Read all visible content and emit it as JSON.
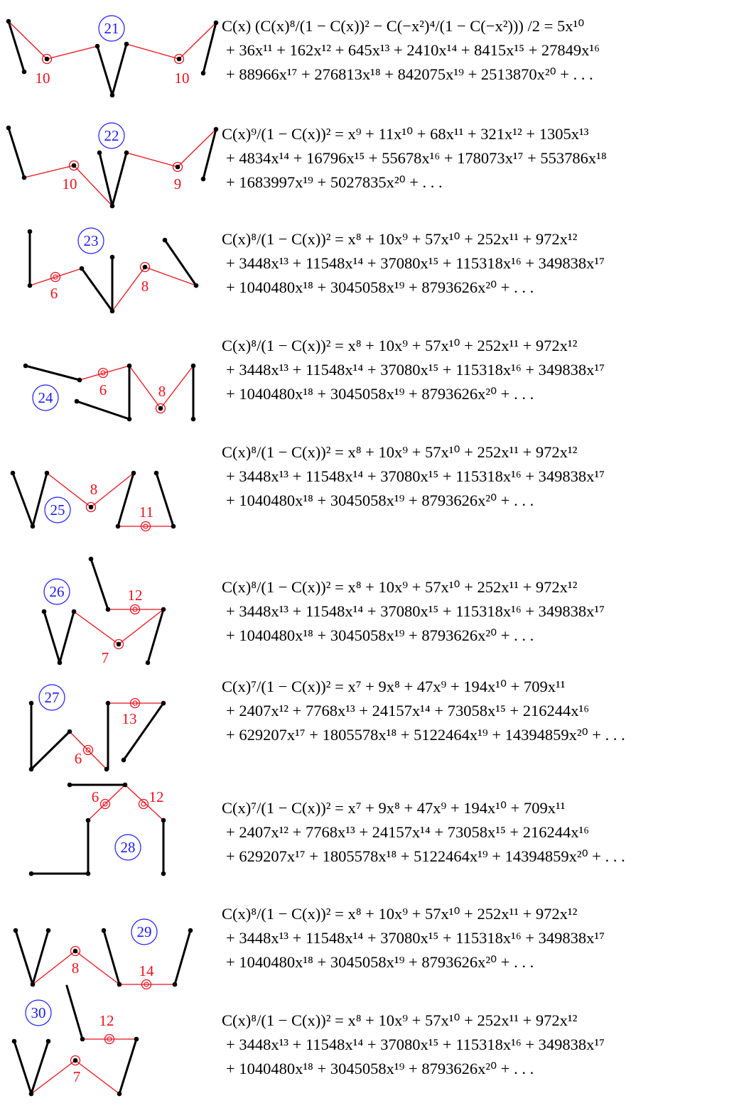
{
  "colors": {
    "blue": "#1a1aff",
    "red": "#e8121c",
    "black": "#000000"
  },
  "entries": [
    {
      "id": "21",
      "labels": [
        "10",
        "10"
      ],
      "formula": [
        "C(x) (C(x)⁸/(1 − C(x))² − C(−x²)⁴/(1 − C(−x²))) /2 = 5x¹⁰",
        "+ 36x¹¹ + 162x¹² + 645x¹³ + 2410x¹⁴ + 8415x¹⁵ + 27849x¹⁶",
        "+ 88966x¹⁷ + 276813x¹⁸ + 842075x¹⁹ + 2513870x²⁰ + . . ."
      ]
    },
    {
      "id": "22",
      "labels": [
        "10",
        "9"
      ],
      "formula": [
        "C(x)⁹/(1 − C(x))² = x⁹ + 11x¹⁰ + 68x¹¹ + 321x¹² + 1305x¹³",
        "+ 4834x¹⁴ + 16796x¹⁵ + 55678x¹⁶ + 178073x¹⁷ + 553786x¹⁸",
        "+ 1683997x¹⁹ + 5027835x²⁰ + . . ."
      ]
    },
    {
      "id": "23",
      "labels": [
        "6",
        "8"
      ],
      "formula": [
        "C(x)⁸/(1 − C(x))² = x⁸ + 10x⁹ + 57x¹⁰ + 252x¹¹ + 972x¹²",
        "+ 3448x¹³ + 11548x¹⁴ + 37080x¹⁵ + 115318x¹⁶ + 349838x¹⁷",
        "+ 1040480x¹⁸ + 3045058x¹⁹ + 8793626x²⁰ + . . ."
      ]
    },
    {
      "id": "24",
      "labels": [
        "6",
        "8"
      ],
      "formula": [
        "C(x)⁸/(1 − C(x))² = x⁸ + 10x⁹ + 57x¹⁰ + 252x¹¹ + 972x¹²",
        "+ 3448x¹³ + 11548x¹⁴ + 37080x¹⁵ + 115318x¹⁶ + 349838x¹⁷",
        "+ 1040480x¹⁸ + 3045058x¹⁹ + 8793626x²⁰ + . . ."
      ]
    },
    {
      "id": "25",
      "labels": [
        "8",
        "11"
      ],
      "formula": [
        "C(x)⁸/(1 − C(x))² = x⁸ + 10x⁹ + 57x¹⁰ + 252x¹¹ + 972x¹²",
        "+ 3448x¹³ + 11548x¹⁴ + 37080x¹⁵ + 115318x¹⁶ + 349838x¹⁷",
        "+ 1040480x¹⁸ + 3045058x¹⁹ + 8793626x²⁰ + . . ."
      ]
    },
    {
      "id": "26",
      "labels": [
        "12",
        "7"
      ],
      "formula": [
        "C(x)⁸/(1 − C(x))² = x⁸ + 10x⁹ + 57x¹⁰ + 252x¹¹ + 972x¹²",
        "+ 3448x¹³ + 11548x¹⁴ + 37080x¹⁵ + 115318x¹⁶ + 349838x¹⁷",
        "+ 1040480x¹⁸ + 3045058x¹⁹ + 8793626x²⁰ + . . ."
      ]
    },
    {
      "id": "27",
      "labels": [
        "6",
        "13"
      ],
      "formula": [
        "C(x)⁷/(1 − C(x))² = x⁷ + 9x⁸ + 47x⁹ + 194x¹⁰ + 709x¹¹",
        "+ 2407x¹² + 7768x¹³ + 24157x¹⁴ + 73058x¹⁵ + 216244x¹⁶",
        "+ 629207x¹⁷ + 1805578x¹⁸ + 5122464x¹⁹ + 14394859x²⁰ + . . ."
      ]
    },
    {
      "id": "28",
      "labels": [
        "6",
        "12"
      ],
      "formula": [
        "C(x)⁷/(1 − C(x))² = x⁷ + 9x⁸ + 47x⁹ + 194x¹⁰ + 709x¹¹",
        "+ 2407x¹² + 7768x¹³ + 24157x¹⁴ + 73058x¹⁵ + 216244x¹⁶",
        "+ 629207x¹⁷ + 1805578x¹⁸ + 5122464x¹⁹ + 14394859x²⁰ + . . ."
      ]
    },
    {
      "id": "29",
      "labels": [
        "8",
        "14"
      ],
      "formula": [
        "C(x)⁸/(1 − C(x))² = x⁸ + 10x⁹ + 57x¹⁰ + 252x¹¹ + 972x¹²",
        "+ 3448x¹³ + 11548x¹⁴ + 37080x¹⁵ + 115318x¹⁶ + 349838x¹⁷",
        "+ 1040480x¹⁸ + 3045058x¹⁹ + 8793626x²⁰ + . . ."
      ]
    },
    {
      "id": "30",
      "labels": [
        "12",
        "7"
      ],
      "formula": [
        "C(x)⁸/(1 − C(x))² = x⁸ + 10x⁹ + 57x¹⁰ + 252x¹¹ + 972x¹²",
        "+ 3448x¹³ + 11548x¹⁴ + 37080x¹⁵ + 115318x¹⁶ + 349838x¹⁷",
        "+ 1040480x¹⁸ + 3045058x¹⁹ + 8793626x²⁰ + . . ."
      ]
    }
  ]
}
